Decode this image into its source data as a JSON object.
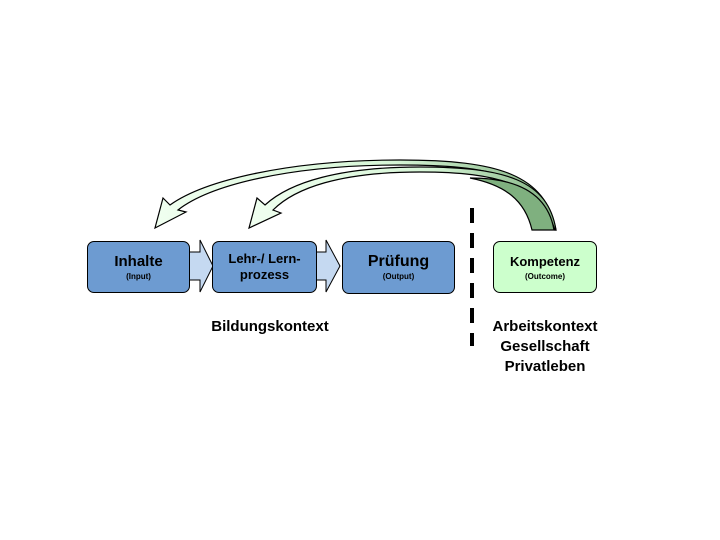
{
  "colors": {
    "box_blue": "#6d9bd1",
    "box_green": "#ccffcc",
    "arrow_blue": "#c5d9f1",
    "arrow_green_light": "#e9ffe6",
    "arrow_green_dark": "#7fb07f"
  },
  "boxes": {
    "inhalte": {
      "title": "Inhalte",
      "subtitle": "(Input)"
    },
    "lehr": {
      "line1": "Lehr-/ Lern-",
      "line2": "prozess"
    },
    "pruefung": {
      "title": "Prüfung",
      "subtitle": "(Output)"
    },
    "kompetenz": {
      "title": "Kompetenz",
      "subtitle": "(Outcome)"
    }
  },
  "labels": {
    "bildungskontext": "Bildungskontext",
    "contexts": [
      "Arbeitskontext",
      "Gesellschaft",
      "Privatleben"
    ]
  }
}
